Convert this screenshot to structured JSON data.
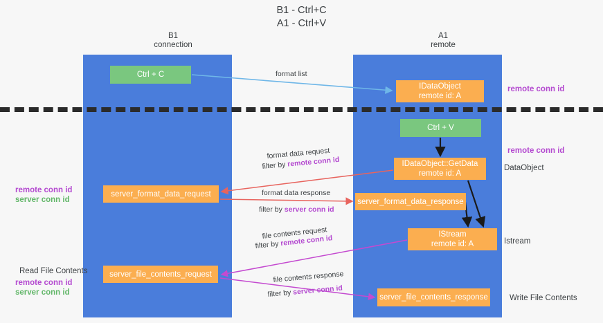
{
  "title": "B1 - Ctrl+C\nA1 - Ctrl+V",
  "columns": {
    "left": "B1\nconnection",
    "right": "A1\nremote"
  },
  "colors": {
    "lane": "#4a7ddb",
    "green_box": "#7ac77f",
    "orange_box": "#fbae50",
    "purple_text": "#b44ad0",
    "green_text": "#63b76a",
    "divider": "#2b2b2b",
    "arrow_blue": "#6fb7e8",
    "arrow_red": "#e8645e",
    "arrow_magenta": "#c44ad0",
    "arrow_black": "#1a1a1a"
  },
  "boxes": {
    "ctrl_c": "Ctrl + C",
    "ctrl_v": "Ctrl + V",
    "idataobject": "IDataObject\nremote id: A",
    "getdata": "IDataObject::GetData\nremote id: A",
    "server_format_data_request": "server_format_data_request",
    "server_format_data_response": "server_format_data_response",
    "istream": "IStream\nremote id: A",
    "server_file_contents_request": "server_file_contents_request",
    "server_file_contents_response": "server_file_contents_response"
  },
  "side_labels": {
    "right_remote_conn_id_top": "remote conn id",
    "right_remote_conn_id_mid": "remote conn id",
    "right_dataobject": "DataObject",
    "right_istream": "Istream",
    "right_write_file_contents": "Write File Contents",
    "left_remote_conn_id": "remote conn id",
    "left_server_conn_id": "server conn id",
    "left_read_file_contents": "Read File Contents",
    "left_remote_conn_id_2": "remote conn id",
    "left_server_conn_id_2": "server conn id"
  },
  "links": {
    "format_list": "format list",
    "format_data_request": "format data request",
    "filter_by_prefix": "filter by ",
    "filter_remote_conn_id": "remote conn id",
    "filter_server_conn_id": "server conn id",
    "format_data_response": "format data response",
    "file_contents_request": "file contents request",
    "file_contents_response": "file contents response"
  }
}
